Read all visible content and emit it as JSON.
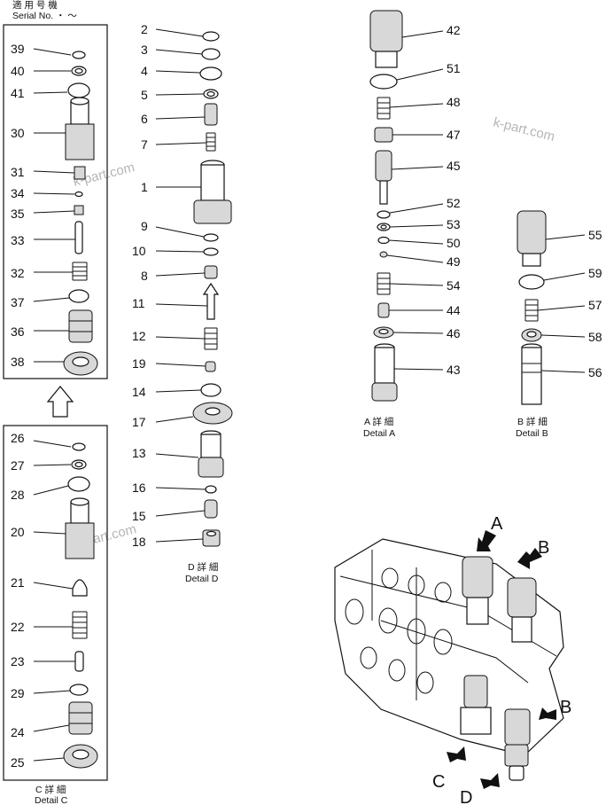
{
  "header": {
    "line1": "適 用 号 機",
    "line2": "Serial No.  ・ ～"
  },
  "watermark": "k-part.com",
  "details": {
    "c": {
      "jp": "C 詳 細",
      "en": "Detail C"
    },
    "d": {
      "jp": "D 詳 細",
      "en": "Detail D"
    },
    "a": {
      "jp": "A 詳 細",
      "en": "Detail A"
    },
    "b": {
      "jp": "B 詳 細",
      "en": "Detail B"
    }
  },
  "callouts": {
    "a": "A",
    "b1": "B",
    "b2": "B",
    "c": "C",
    "d": "D"
  },
  "parts": {
    "p39": "39",
    "p40": "40",
    "p41": "41",
    "p30": "30",
    "p31": "31",
    "p34": "34",
    "p35": "35",
    "p33": "33",
    "p32": "32",
    "p37": "37",
    "p36": "36",
    "p38": "38",
    "p26": "26",
    "p27": "27",
    "p28": "28",
    "p20": "20",
    "p21": "21",
    "p22": "22",
    "p23": "23",
    "p29": "29",
    "p24": "24",
    "p25": "25",
    "p2": "2",
    "p3": "3",
    "p4": "4",
    "p5": "5",
    "p6": "6",
    "p7": "7",
    "p1": "1",
    "p9": "9",
    "p10": "10",
    "p8": "8",
    "p11": "11",
    "p12": "12",
    "p19": "19",
    "p14": "14",
    "p17": "17",
    "p13": "13",
    "p16": "16",
    "p15": "15",
    "p18": "18",
    "p42": "42",
    "p51": "51",
    "p48": "48",
    "p47": "47",
    "p45": "45",
    "p52": "52",
    "p53": "53",
    "p50": "50",
    "p49": "49",
    "p54": "54",
    "p44": "44",
    "p46": "46",
    "p43": "43",
    "p55": "55",
    "p59": "59",
    "p57": "57",
    "p58": "58",
    "p56": "56"
  }
}
